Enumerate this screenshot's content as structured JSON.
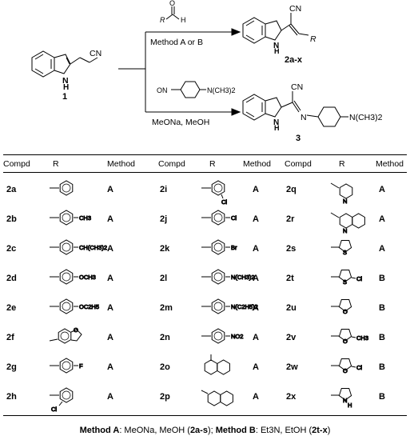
{
  "scheme": {
    "start_label": "1",
    "start_substituent": "CN",
    "start_nh": "H",
    "start_n": "N",
    "aldehyde_o": "O",
    "aldehyde_r": "R",
    "aldehyde_h": "H",
    "upper_conditions": "Method A or B",
    "upper_product_label": "2a-x",
    "upper_product_cn": "CN",
    "upper_product_r": "R",
    "nitroso_prefix": "ON",
    "nitroso_amine": "N(CH3)2",
    "lower_conditions": "MeONa, MeOH",
    "lower_product_label": "3",
    "lower_product_cn": "CN",
    "lower_product_n": "N",
    "lower_product_amine": "N(CH3)2"
  },
  "table": {
    "headers": [
      "Compd",
      "R",
      "Method",
      "Compd",
      "R",
      "Method",
      "Compd",
      "R",
      "Method"
    ],
    "rows": [
      [
        {
          "id": "2a",
          "r": "phenyl",
          "m": "A"
        },
        {
          "id": "2i",
          "r": "3-chlorophenyl",
          "m": "A"
        },
        {
          "id": "2q",
          "r": "2-pyridyl",
          "m": "A"
        }
      ],
      [
        {
          "id": "2b",
          "r": "4-CH3-phenyl",
          "m": "A"
        },
        {
          "id": "2j",
          "r": "4-Cl-phenyl",
          "m": "A"
        },
        {
          "id": "2r",
          "r": "2-quinolyl",
          "m": "A"
        }
      ],
      [
        {
          "id": "2c",
          "r": "4-CH(CH3)2-phenyl",
          "m": "A"
        },
        {
          "id": "2k",
          "r": "4-Br-phenyl",
          "m": "A"
        },
        {
          "id": "2s",
          "r": "2-thienyl",
          "m": "A"
        }
      ],
      [
        {
          "id": "2d",
          "r": "4-OCH3-phenyl",
          "m": "A"
        },
        {
          "id": "2l",
          "r": "4-N(CH3)2-phenyl",
          "m": "A"
        },
        {
          "id": "2t",
          "r": "5-Cl-2-thienyl",
          "m": "B"
        }
      ],
      [
        {
          "id": "2e",
          "r": "4-OC2H5-phenyl",
          "m": "A"
        },
        {
          "id": "2m",
          "r": "4-N(C2H5)2-phenyl",
          "m": "A"
        },
        {
          "id": "2u",
          "r": "2-furyl",
          "m": "B"
        }
      ],
      [
        {
          "id": "2f",
          "r": "benzodioxolyl",
          "m": "A"
        },
        {
          "id": "2n",
          "r": "4-NO2-phenyl",
          "m": "A"
        },
        {
          "id": "2v",
          "r": "5-CH3-2-furyl",
          "m": "B"
        }
      ],
      [
        {
          "id": "2g",
          "r": "4-F-phenyl",
          "m": "A"
        },
        {
          "id": "2o",
          "r": "1-naphthyl",
          "m": "A"
        },
        {
          "id": "2w",
          "r": "5-Cl-2-furyl",
          "m": "B"
        }
      ],
      [
        {
          "id": "2h",
          "r": "2-chlorophenyl",
          "m": "A"
        },
        {
          "id": "2p",
          "r": "2-naphthyl",
          "m": "A"
        },
        {
          "id": "2x",
          "r": "2-pyrrolyl",
          "m": "B"
        }
      ]
    ],
    "substituents": {
      "ch3": "CH3",
      "cl": "Cl",
      "chme2": "CH(CH3)2",
      "br": "Br",
      "ome": "OCH3",
      "nme2": "N(CH3)2",
      "oet": "OC2H5",
      "net2": "N(C2H5)2",
      "no2": "NO2",
      "f": "F",
      "n": "N",
      "s": "S",
      "o": "O",
      "nh": "H"
    }
  },
  "footer": {
    "a_label": "Method A",
    "a_text": ": MeONa, MeOH (",
    "a_range": "2a-s",
    "sep": "); ",
    "b_label": "Method B",
    "b_text": ": Et3N, EtOH (",
    "b_range": "2t-x",
    "end": ")"
  }
}
